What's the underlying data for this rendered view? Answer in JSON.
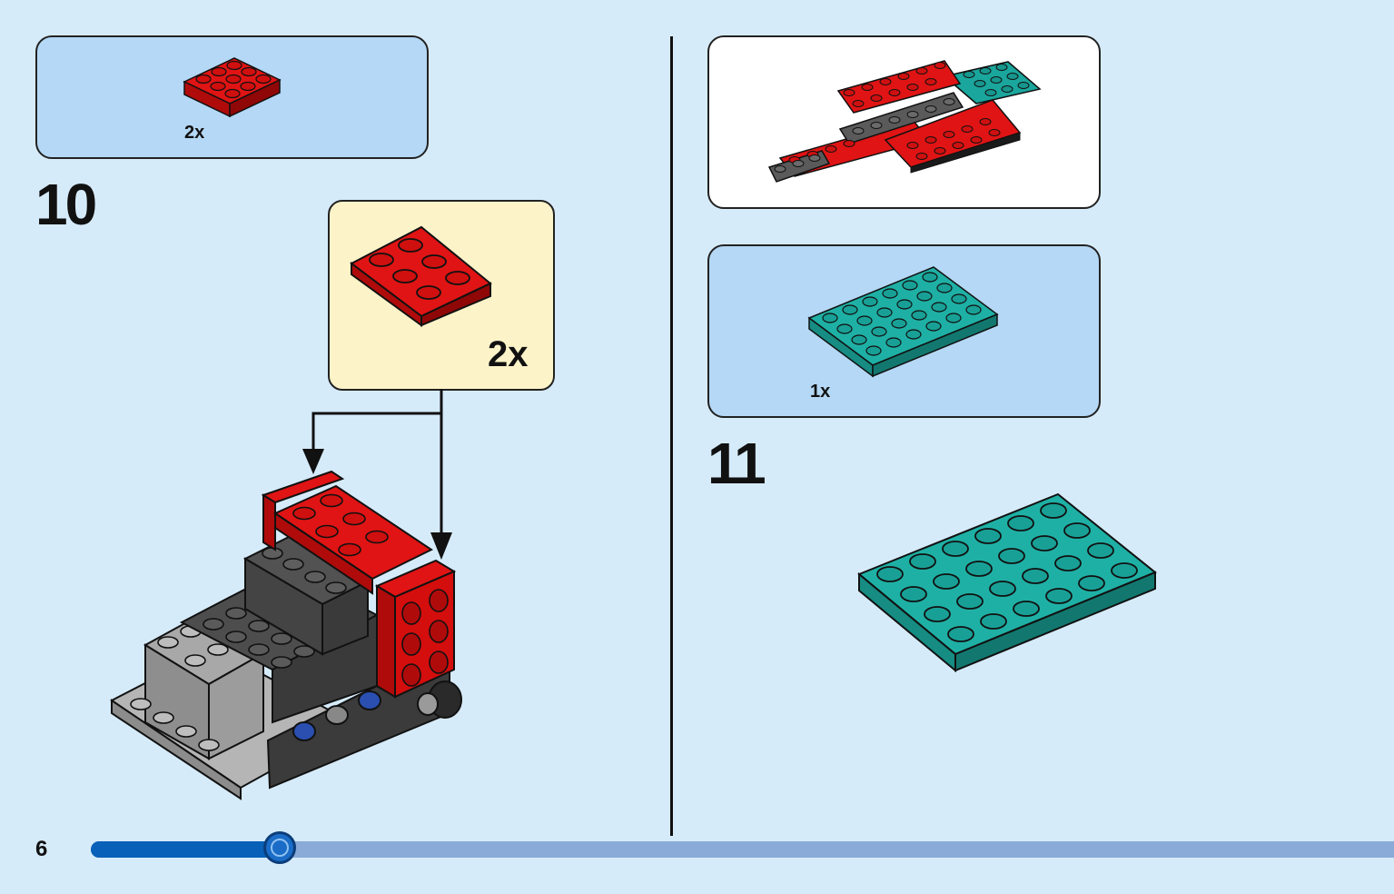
{
  "page": {
    "number": "6",
    "progress": 0.145
  },
  "step10": {
    "number": "10",
    "parts_list": [
      {
        "part": "plate-2x3-red",
        "qty": "2x"
      }
    ],
    "callout": {
      "part": "plate-2x3-red",
      "qty": "2x"
    }
  },
  "step11": {
    "number": "11",
    "parts_list": [
      {
        "part": "plate-4x6-teal",
        "qty": "1x"
      }
    ]
  },
  "colors": {
    "background": "#d6ebfa",
    "parts_panel": "#b4d8f5",
    "callout_panel": "#fdf3c9",
    "brick_red": "#d40d0d",
    "brick_teal": "#1aa69c",
    "brick_dark_gray": "#4a4a4a",
    "brick_light_gray": "#a6a6a6",
    "progress_fill": "#0860b8",
    "progress_track": "#8aaad8"
  }
}
